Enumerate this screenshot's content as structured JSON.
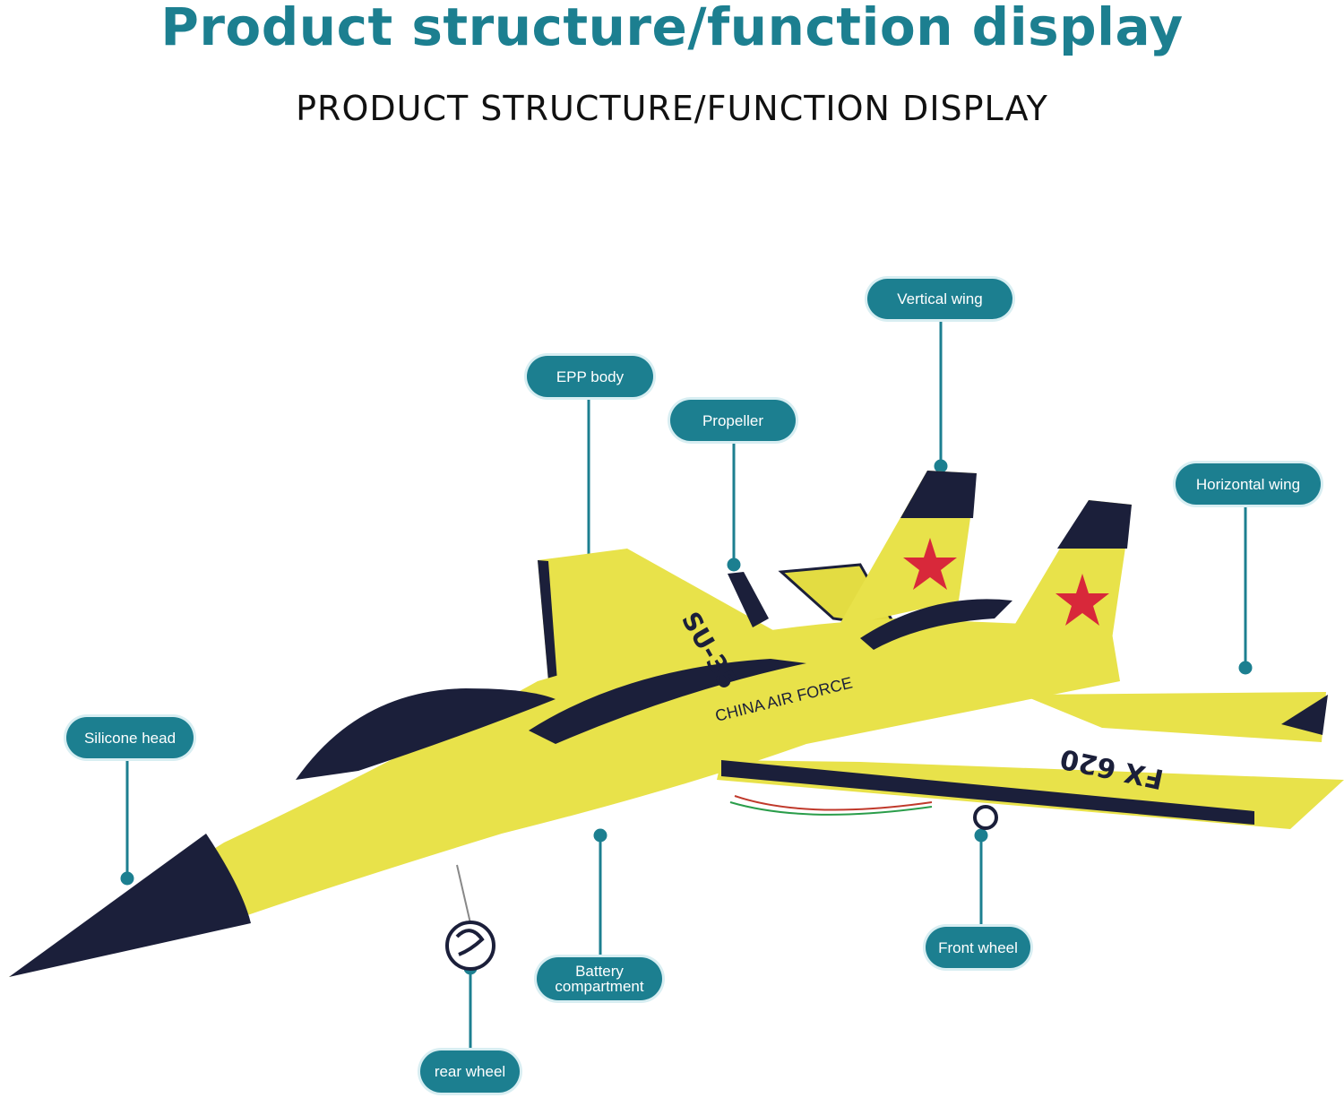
{
  "header": {
    "title": "Product structure/function display",
    "subtitle": "PRODUCT STRUCTURE/FUNCTION DISPLAY"
  },
  "aircraft": {
    "wing_text": "SU-35",
    "fuselage_text": "CHINA AIR FORCE",
    "model_text": "FX 620"
  },
  "callouts": {
    "vertical_wing": "Vertical wing",
    "epp_body": "EPP body",
    "propeller": "Propeller",
    "horizontal_wing": "Horizontal wing",
    "silicone_head": "Silicone head",
    "front_wheel": "Front wheel",
    "battery_compartment_line1": "Battery",
    "battery_compartment_line2": "compartment",
    "rear_wheel": "rear wheel"
  },
  "colors": {
    "accent": "#1c7f90",
    "body_yellow": "#e8e24a",
    "navy": "#1b1f3a",
    "star_red": "#d8283a"
  }
}
